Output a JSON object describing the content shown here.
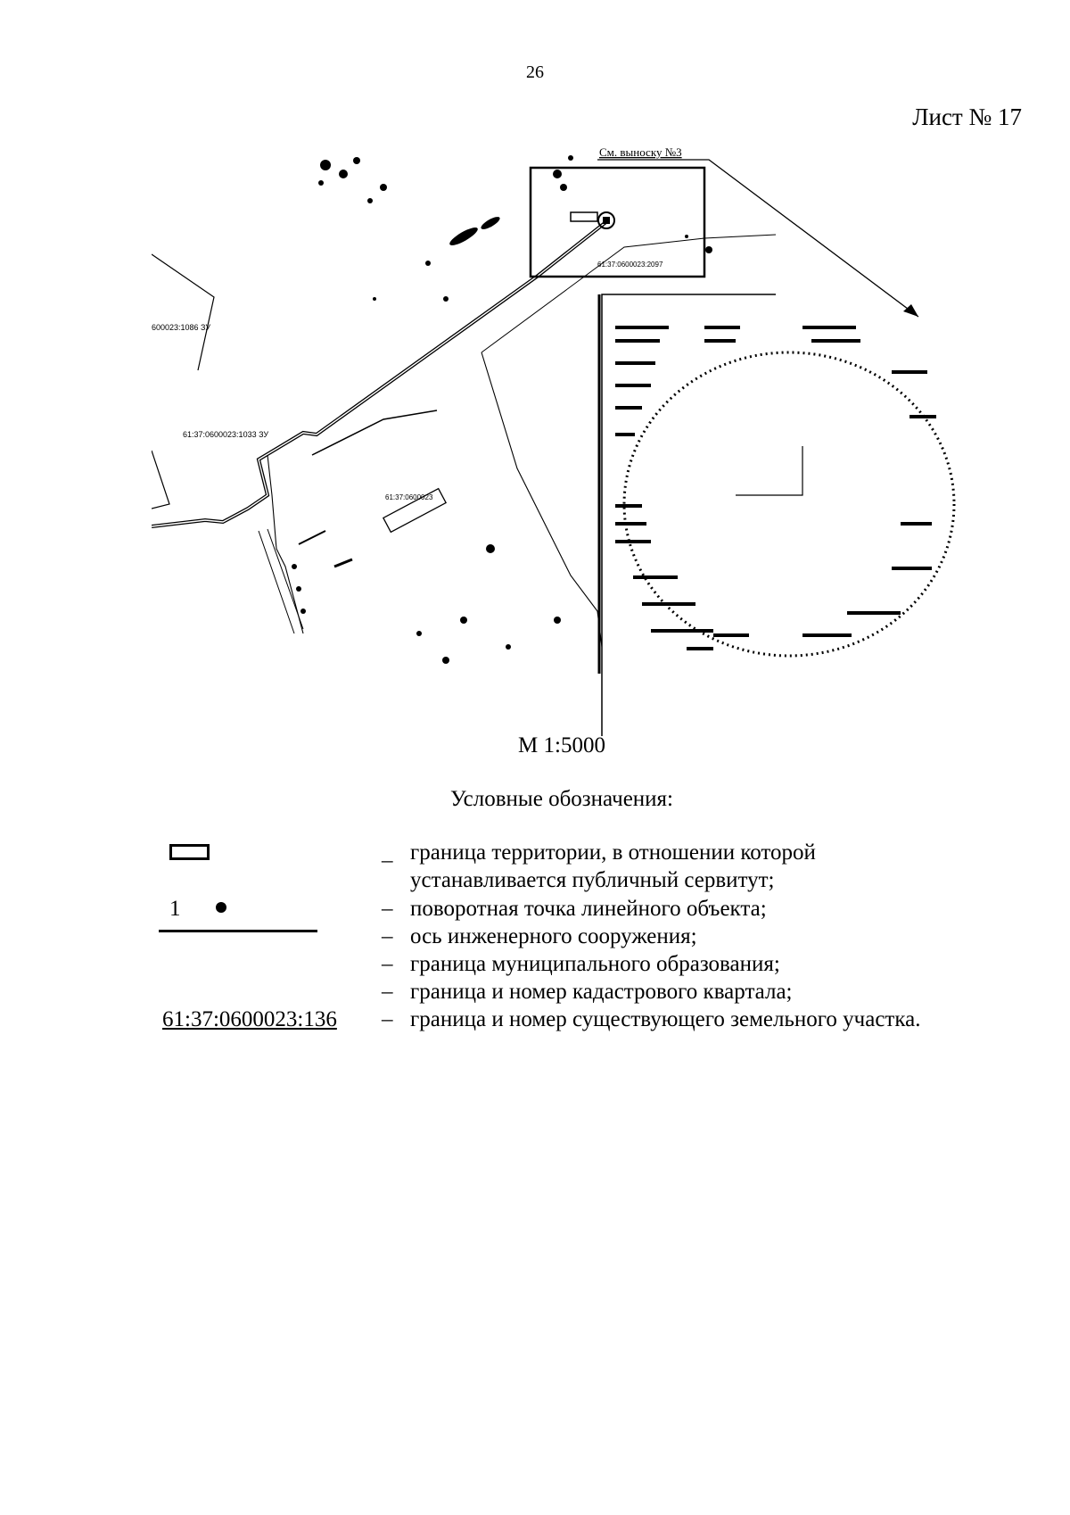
{
  "page": {
    "number": "26",
    "sheet": "Лист № 17"
  },
  "map": {
    "callout": "См. выноску №3",
    "labels": {
      "parcel_left": "600023:1086 ЗУ",
      "parcel_mid": "61:37:0600023:1033 ЗУ",
      "parcel_top": "61:37:0600023:2097",
      "parcel_center": "61:37:0600023"
    },
    "ink": "#000000"
  },
  "scale": "М 1:5000",
  "legend": {
    "title": "Условные обозначения:",
    "items": [
      {
        "symbol": "rect",
        "dash": "_",
        "text1": "граница территории, в отношении которой",
        "text2": "устанавливается публичный сервитут;"
      },
      {
        "symbol": "point",
        "label": "1",
        "dash": "–",
        "text1": "поворотная точка линейного объекта;"
      },
      {
        "symbol": "line",
        "dash": "–",
        "text1": "ось инженерного сооружения;"
      },
      {
        "symbol": "none",
        "dash": "–",
        "text1": "граница муниципального образования;"
      },
      {
        "symbol": "none",
        "dash": "–",
        "text1": "граница и номер кадастрового квартала;"
      },
      {
        "symbol": "parcel",
        "label": "61:37:0600023:136",
        "dash": "–",
        "text1": "граница и номер существующего земельного участка."
      }
    ]
  }
}
